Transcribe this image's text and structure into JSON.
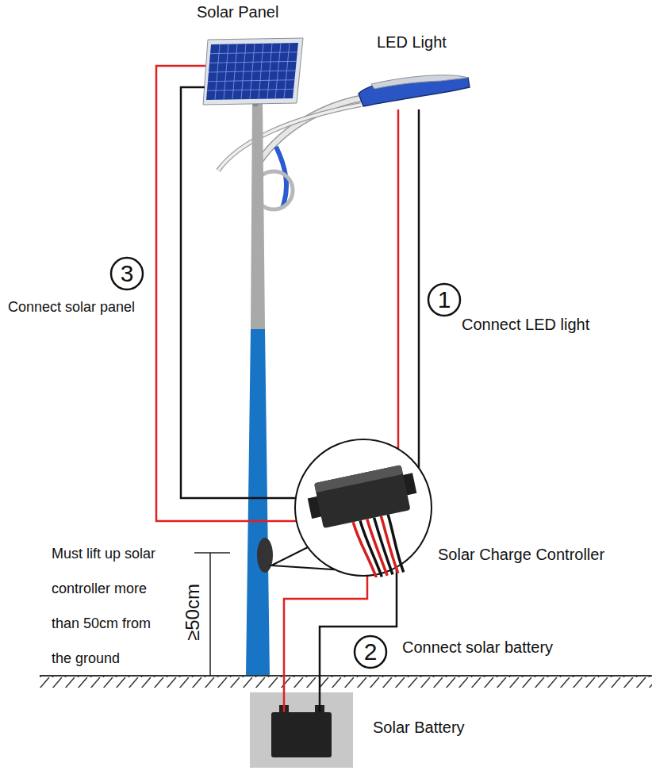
{
  "diagram": {
    "nodes": [
      {
        "text": [
          "Solar Panel"
        ]
      },
      {
        "text": [
          "LED Light"
        ]
      },
      {
        "text": [
          "Solar Charge Controller"
        ]
      },
      {
        "text": [
          "Solar Battery"
        ]
      }
    ],
    "edges": [
      {
        "from": 1,
        "to": 2,
        "arrow": "none"
      },
      {
        "from": 3,
        "to": 2,
        "arrow": "none"
      },
      {
        "from": 0,
        "to": 2,
        "arrow": "none"
      }
    ],
    "labels": [
      "3",
      "Connect solar panel",
      "1",
      "Connect LED light",
      "Must lift up solar controller more than 50cm from the ground",
      "≥50cm",
      "2",
      "Connect solar battery"
    ]
  }
}
